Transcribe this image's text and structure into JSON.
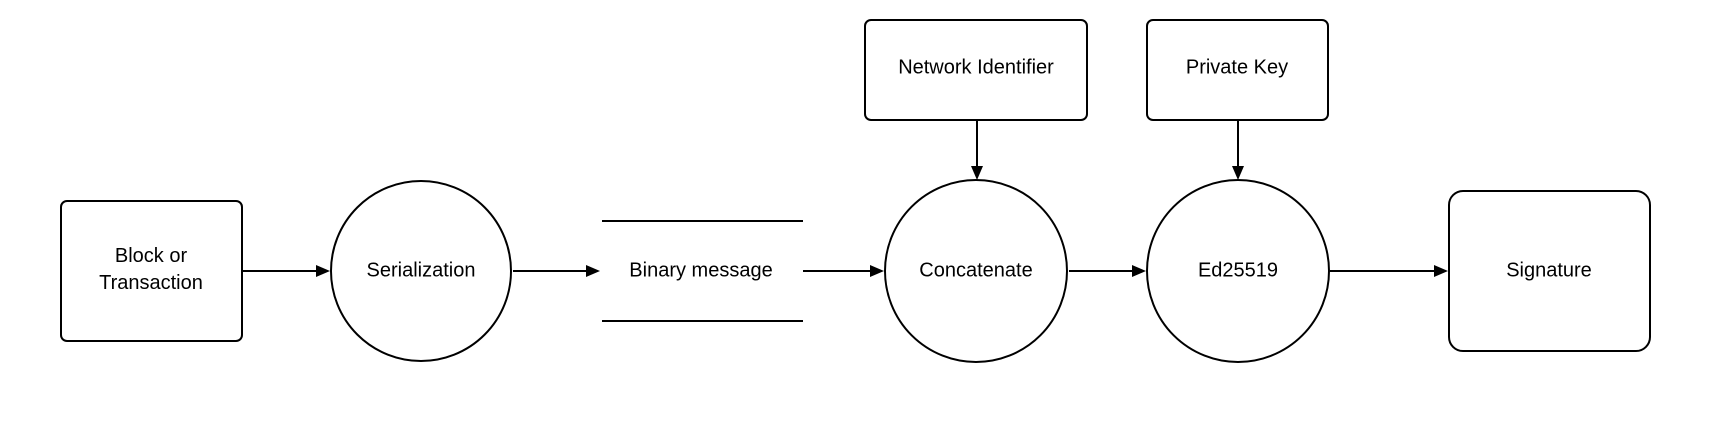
{
  "diagram": {
    "nodes": {
      "block_or_transaction": {
        "line1": "Block or",
        "line2": "Transaction"
      },
      "serialization": {
        "label": "Serialization"
      },
      "binary_message": {
        "label": "Binary message"
      },
      "network_identifier": {
        "label": "Network Identifier"
      },
      "concatenate": {
        "label": "Concatenate"
      },
      "private_key": {
        "label": "Private Key"
      },
      "ed25519": {
        "label": "Ed25519"
      },
      "signature": {
        "label": "Signature"
      }
    },
    "stroke_color": "#000000",
    "fill_color": "#ffffff"
  }
}
